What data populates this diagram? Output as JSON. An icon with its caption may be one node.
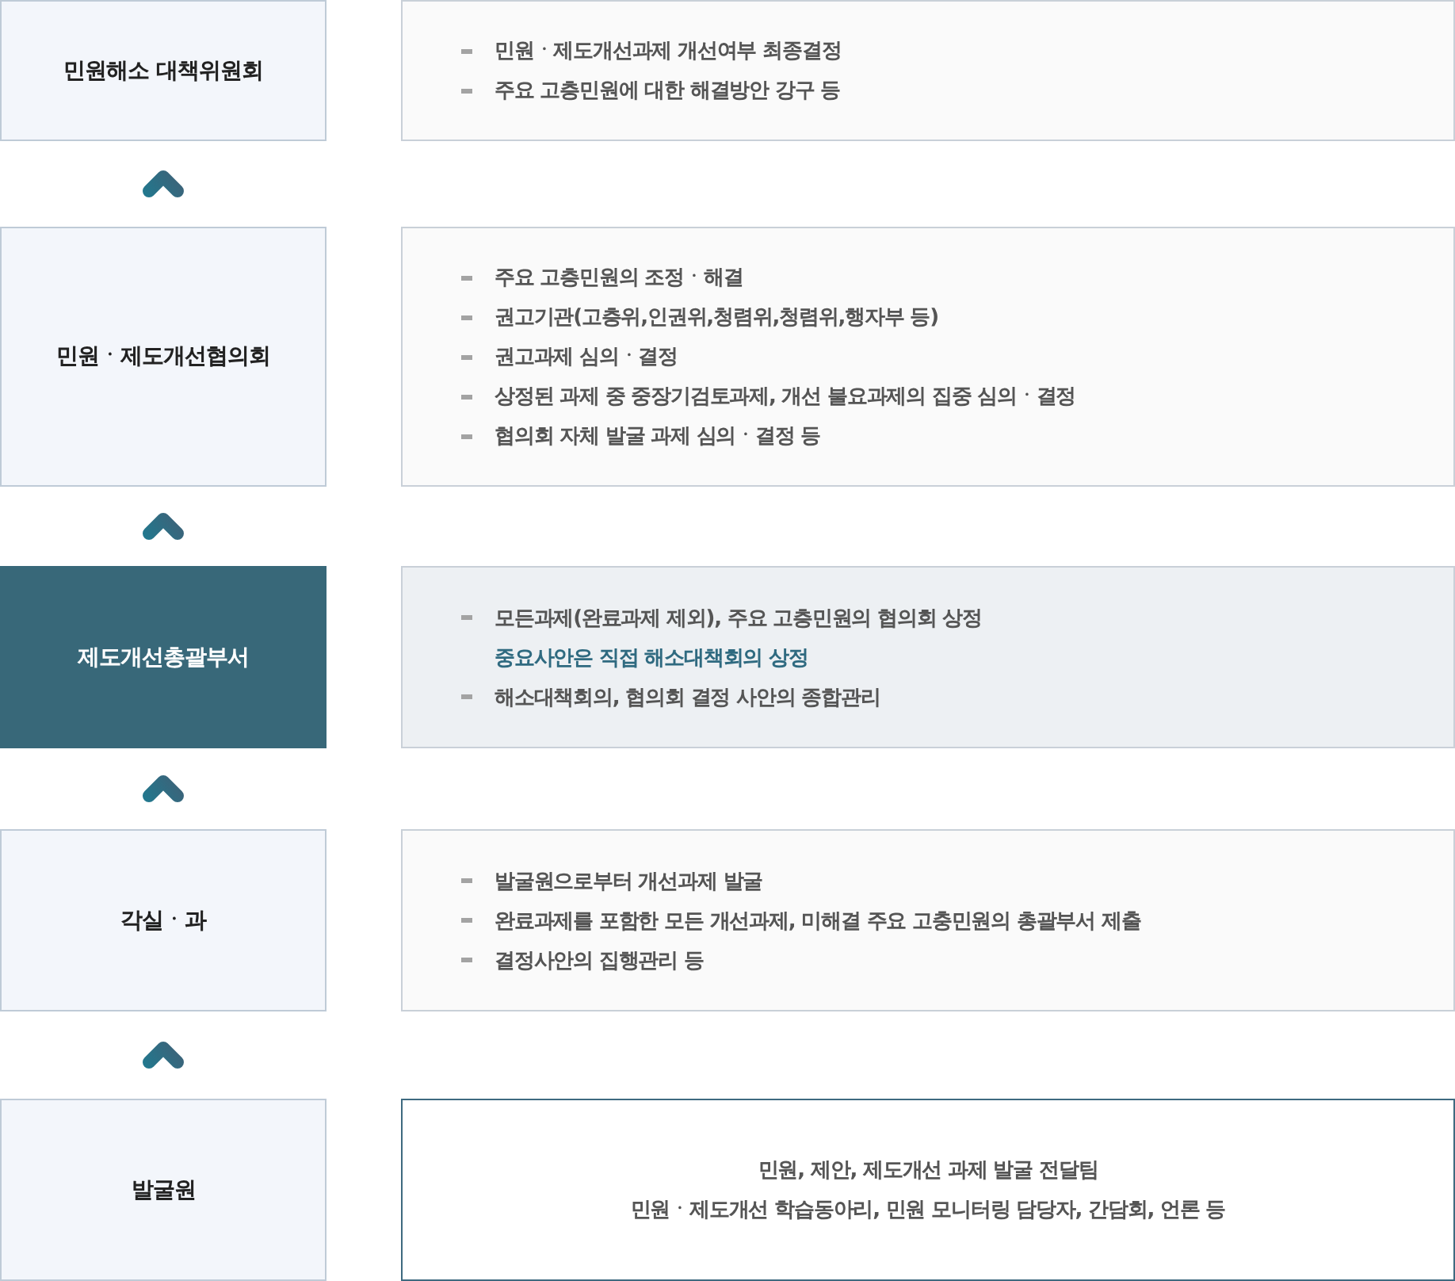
{
  "diagram": {
    "nodes": [
      {
        "text": [
          "민원해소 대책위원회"
        ]
      },
      {
        "text": [
          "민원ㆍ제도개선과제 개선여부 최종결정",
          "주요 고층민원에 대한 해결방안 강구 등"
        ]
      },
      {
        "text": [
          "민원ㆍ제도개선협의회"
        ]
      },
      {
        "text": [
          "주요 고층민원의 조정ㆍ해결",
          "권고기관(고층위,인권위,청렴위,청렴위,행자부 등)",
          "권고과제 심의ㆍ결정",
          "상정된 과제 중 중장기검토과제, 개선 불요과제의 집중 심의ㆍ결정",
          "협의회 자체 발굴 과제 심의ㆍ결정 등"
        ]
      },
      {
        "text": [
          "제도개선총괄부서"
        ]
      },
      {
        "text": [
          "모든과제(완료과제 제외), 주요 고층민원의 협의회 상정",
          "중요사안은 직접 해소대책회의 상정",
          "해소대책회의, 협의회 결정 사안의 종합관리"
        ]
      },
      {
        "text": [
          "각실ㆍ과"
        ]
      },
      {
        "text": [
          "발굴원으로부터 개선과제 발굴",
          "완료과제를 포함한 모든 개선과제, 미해결 주요 고충민원의 총괄부서 제출",
          "결정사안의 집행관리 등"
        ]
      },
      {
        "text": [
          "발굴원"
        ]
      },
      {
        "text": [
          "민원, 제안, 제도개선 과제 발굴 전달팀",
          "민원ㆍ제도개선 학습동아리, 민원 모니터링 담당자, 간담회, 언론 등"
        ]
      }
    ],
    "edges": [
      {
        "from": 2,
        "to": 0,
        "arrow": "to"
      },
      {
        "from": 4,
        "to": 2,
        "arrow": "to"
      },
      {
        "from": 6,
        "to": 4,
        "arrow": "to"
      },
      {
        "from": 8,
        "to": 6,
        "arrow": "to"
      }
    ]
  }
}
